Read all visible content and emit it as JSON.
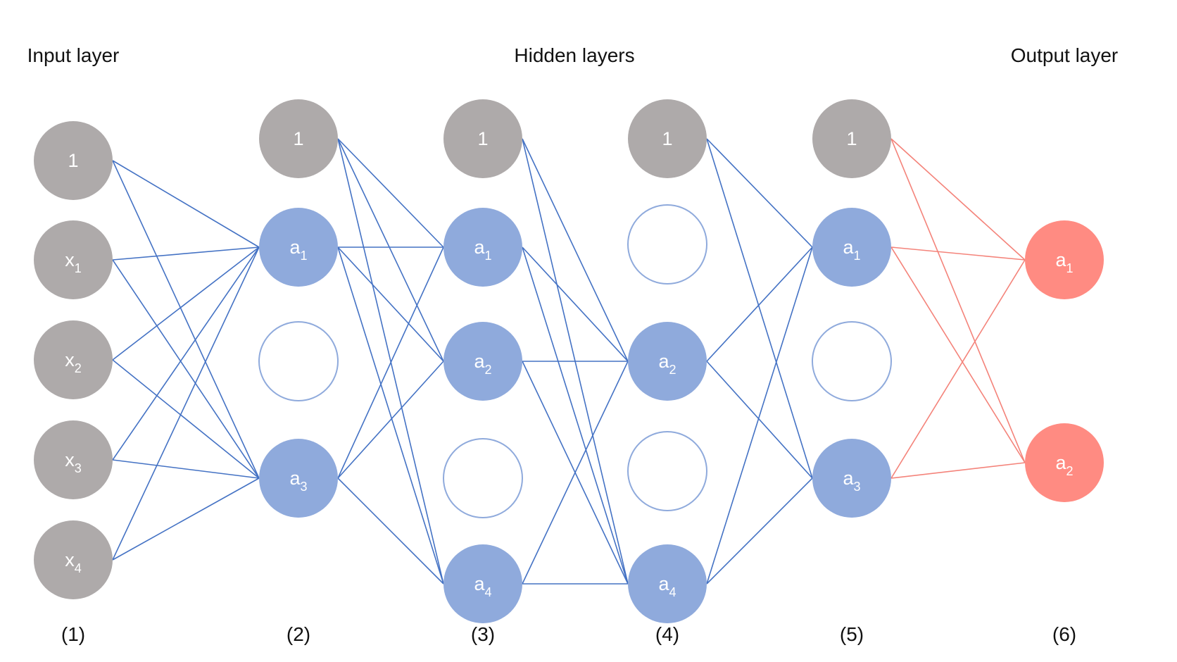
{
  "headers": {
    "input": "Input layer",
    "hidden": "Hidden layers",
    "output": "Output layer"
  },
  "colors": {
    "bias": "#aeaaaa",
    "hidden": "#8faadc",
    "output": "#ff8b82",
    "hidden_edge": "#4472c4",
    "output_edge": "#f4837a",
    "dropped_stroke": "#8faadc"
  },
  "layers": [
    {
      "index_label": "(1)",
      "nodes": [
        {
          "kind": "bias",
          "label": "1",
          "sub": ""
        },
        {
          "kind": "input",
          "label": "x",
          "sub": "1"
        },
        {
          "kind": "input",
          "label": "x",
          "sub": "2"
        },
        {
          "kind": "input",
          "label": "x",
          "sub": "3"
        },
        {
          "kind": "input",
          "label": "x",
          "sub": "4"
        }
      ]
    },
    {
      "index_label": "(2)",
      "nodes": [
        {
          "kind": "bias",
          "label": "1",
          "sub": ""
        },
        {
          "kind": "hidden",
          "label": "a",
          "sub": "1"
        },
        {
          "kind": "dropped",
          "label": "",
          "sub": ""
        },
        {
          "kind": "hidden",
          "label": "a",
          "sub": "3"
        }
      ]
    },
    {
      "index_label": "(3)",
      "nodes": [
        {
          "kind": "bias",
          "label": "1",
          "sub": ""
        },
        {
          "kind": "hidden",
          "label": "a",
          "sub": "1"
        },
        {
          "kind": "hidden",
          "label": "a",
          "sub": "2"
        },
        {
          "kind": "dropped",
          "label": "",
          "sub": ""
        },
        {
          "kind": "hidden",
          "label": "a",
          "sub": "4"
        }
      ]
    },
    {
      "index_label": "(4)",
      "nodes": [
        {
          "kind": "bias",
          "label": "1",
          "sub": ""
        },
        {
          "kind": "dropped",
          "label": "",
          "sub": ""
        },
        {
          "kind": "hidden",
          "label": "a",
          "sub": "2"
        },
        {
          "kind": "dropped",
          "label": "",
          "sub": ""
        },
        {
          "kind": "hidden",
          "label": "a",
          "sub": "4"
        }
      ]
    },
    {
      "index_label": "(5)",
      "nodes": [
        {
          "kind": "bias",
          "label": "1",
          "sub": ""
        },
        {
          "kind": "hidden",
          "label": "a",
          "sub": "1"
        },
        {
          "kind": "dropped",
          "label": "",
          "sub": ""
        },
        {
          "kind": "hidden",
          "label": "a",
          "sub": "3"
        }
      ]
    },
    {
      "index_label": "(6)",
      "nodes": [
        {
          "kind": "output",
          "label": "a",
          "sub": "1"
        },
        {
          "kind": "output",
          "label": "a",
          "sub": "2"
        }
      ]
    }
  ]
}
